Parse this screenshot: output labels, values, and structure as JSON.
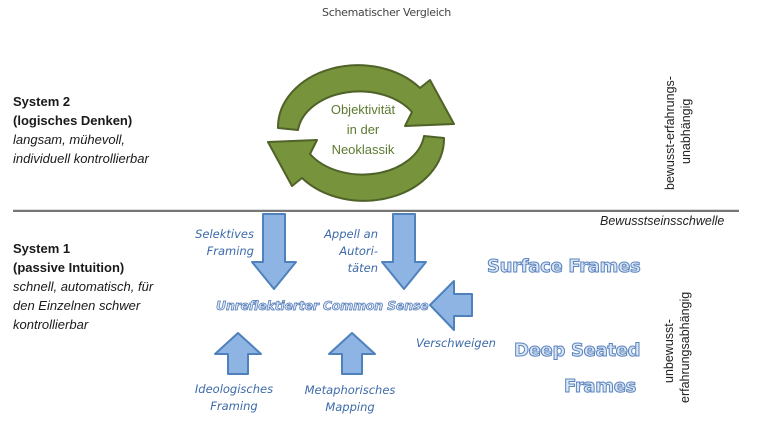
{
  "title": "Schematischer Vergleich",
  "system2": {
    "name": "System 2",
    "subtitle": "(logisches Denken)",
    "desc_line1": "langsam, mühevoll,",
    "desc_line2": "individuell kontrollierbar"
  },
  "system1": {
    "name": "System 1",
    "subtitle": "(passive Intuition)",
    "desc_line1": "schnell, automatisch, für",
    "desc_line2": "den Einzelnen schwer",
    "desc_line3": "kontrollierbar"
  },
  "cycle": {
    "line1": "Objektivität",
    "line2": "in der",
    "line3": "Neoklassik"
  },
  "right_labels": {
    "top_line1": "bewusst-erfahrungs-",
    "top_line2": "unabhängig",
    "bottom_line1": "unbewusst-",
    "bottom_line2": "erfahrungsabhängig"
  },
  "threshold_label": "Bewusstseinsschwelle",
  "center_label": "Unreflektierter Common Sense",
  "influences": {
    "selektives_l1": "Selektives",
    "selektives_l2": "Framing",
    "appell_l1": "Appell an",
    "appell_l2": "Autori-",
    "appell_l3": "täten",
    "verschweigen": "Verschweigen",
    "ideologisch_l1": "Ideologisches",
    "ideologisch_l2": "Framing",
    "metaphorisch_l1": "Metaphorisches",
    "metaphorisch_l2": "Mapping"
  },
  "frames": {
    "surface": "Surface Frames",
    "deep_l1": "Deep Seated",
    "deep_l2": "Frames"
  },
  "colors": {
    "cycle_green": "#77933c",
    "cycle_outline": "#4f6228",
    "arrow_fill": "#8eb4e3",
    "arrow_outline": "#4f81bd",
    "label_blue": "#3d6aa8"
  }
}
